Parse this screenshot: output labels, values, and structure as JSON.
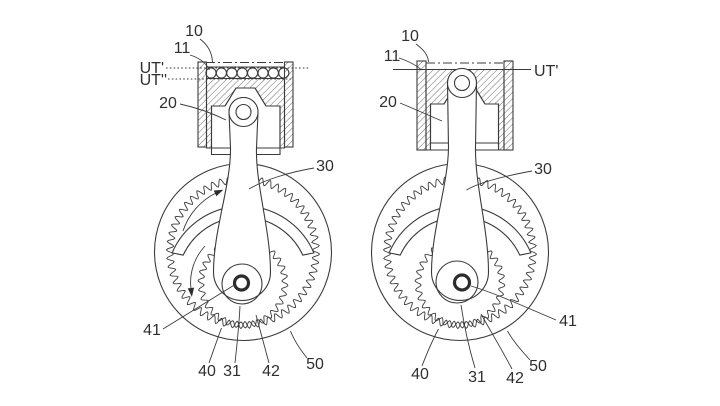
{
  "colors": {
    "line": "#3b3b3b",
    "text": "#2f2f2f",
    "background": "#ffffff"
  },
  "figure_left": {
    "labels": {
      "n10": "10",
      "n11": "11",
      "ut_prime": "UT'",
      "ut_double_prime": "UT''",
      "n20": "20",
      "n30": "30",
      "n41": "41",
      "n40": "40",
      "n31": "31",
      "n42": "42",
      "n50": "50"
    }
  },
  "figure_right": {
    "labels": {
      "n10": "10",
      "n11": "11",
      "ut_prime": "UT'",
      "n20": "20",
      "n30": "30",
      "n41": "41",
      "n40": "40",
      "n31": "31",
      "n42": "42",
      "n50": "50"
    }
  }
}
